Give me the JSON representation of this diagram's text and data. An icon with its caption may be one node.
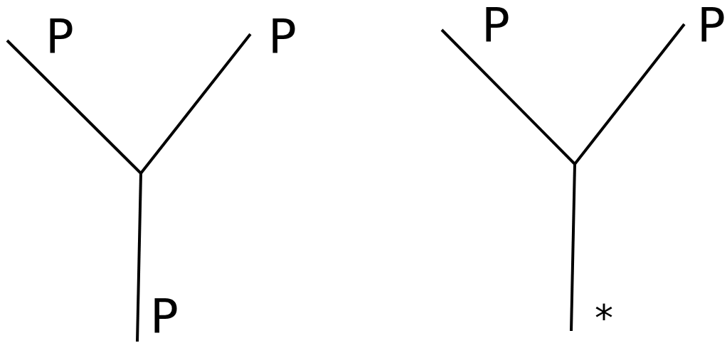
{
  "diagram": {
    "labels": [
      "P",
      "P",
      "P",
      "P",
      "P",
      "*"
    ]
  }
}
